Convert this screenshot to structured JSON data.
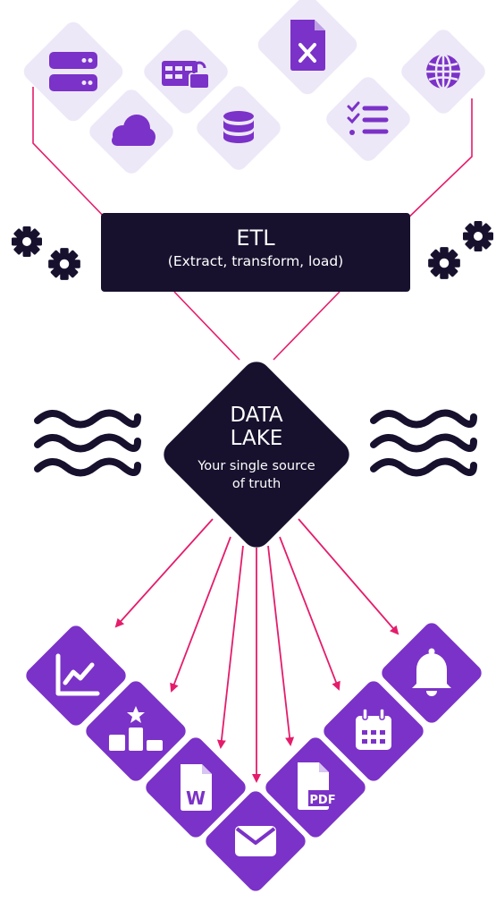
{
  "etl": {
    "title": "ETL",
    "subtitle": "(Extract, transform, load)"
  },
  "lake": {
    "title_line1": "DATA",
    "title_line2": "LAKE",
    "subtitle_line1": "Your single source",
    "subtitle_line2": "of truth"
  },
  "colors": {
    "source_tile": "#ede8f7",
    "icon_purple": "#7b32c8",
    "output_tile": "#7b32c8",
    "output_icon": "#ffffff",
    "dark_box": "#17112e",
    "connector": "#e51c6b",
    "arrow": "#e51c6b",
    "gear": "#17112e",
    "wave": "#17112e"
  },
  "sources": [
    {
      "icon": "server-icon"
    },
    {
      "icon": "cloud-icon"
    },
    {
      "icon": "locked-table-icon"
    },
    {
      "icon": "database-icon"
    },
    {
      "icon": "excel-file-icon"
    },
    {
      "icon": "checklist-icon"
    },
    {
      "icon": "globe-icon"
    }
  ],
  "outputs": [
    {
      "icon": "line-chart-icon"
    },
    {
      "icon": "leaderboard-icon"
    },
    {
      "icon": "word-document-icon"
    },
    {
      "icon": "email-icon"
    },
    {
      "icon": "pdf-file-icon"
    },
    {
      "icon": "calendar-icon"
    },
    {
      "icon": "bell-icon"
    }
  ]
}
